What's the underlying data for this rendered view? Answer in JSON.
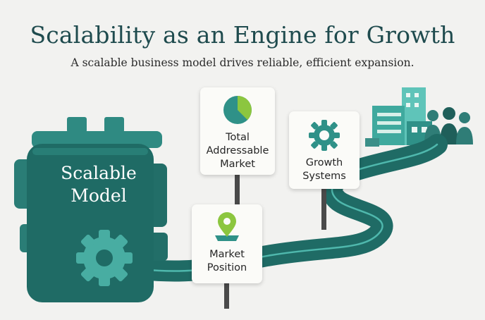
{
  "title": "Scalability as an Engine for Growth",
  "subtitle": "A scalable business model drives reliable, efficient expansion.",
  "engine": {
    "label_line1": "Scalable",
    "label_line2": "Model",
    "icon": "gear-icon"
  },
  "cards": {
    "tam": {
      "line1": "Total",
      "line2": "Addressable",
      "line3": "Market",
      "icon": "pie-chart-icon"
    },
    "growth": {
      "line1": "Growth",
      "line2": "Systems",
      "icon": "gear-icon"
    },
    "position": {
      "line1": "Market",
      "line2": "Position",
      "icon": "map-pin-icon"
    }
  },
  "colors": {
    "dark_teal": "#1f6b65",
    "teal": "#2f9188",
    "light_teal": "#4fb8ad",
    "lime": "#8cc63f",
    "background": "#f2f2f0"
  }
}
